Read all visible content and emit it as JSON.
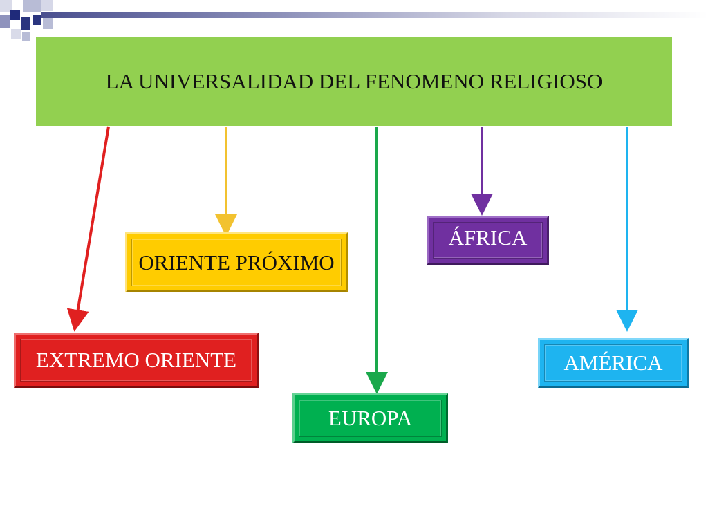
{
  "title": "LA UNIVERSALIDAD DEL FENOMENO RELIGIOSO",
  "regions": {
    "oriente_proximo": "ORIENTE PRÓXIMO",
    "africa": "ÁFRICA",
    "extremo_oriente": "EXTREMO ORIENTE",
    "america": "AMÉRICA",
    "europa": "EUROPA"
  },
  "colors": {
    "title": "#92d050",
    "oriente_proximo": "#ffcc00",
    "africa": "#7030a0",
    "extremo_oriente": "#e02020",
    "america": "#1eb4f0",
    "europa": "#00b050"
  }
}
